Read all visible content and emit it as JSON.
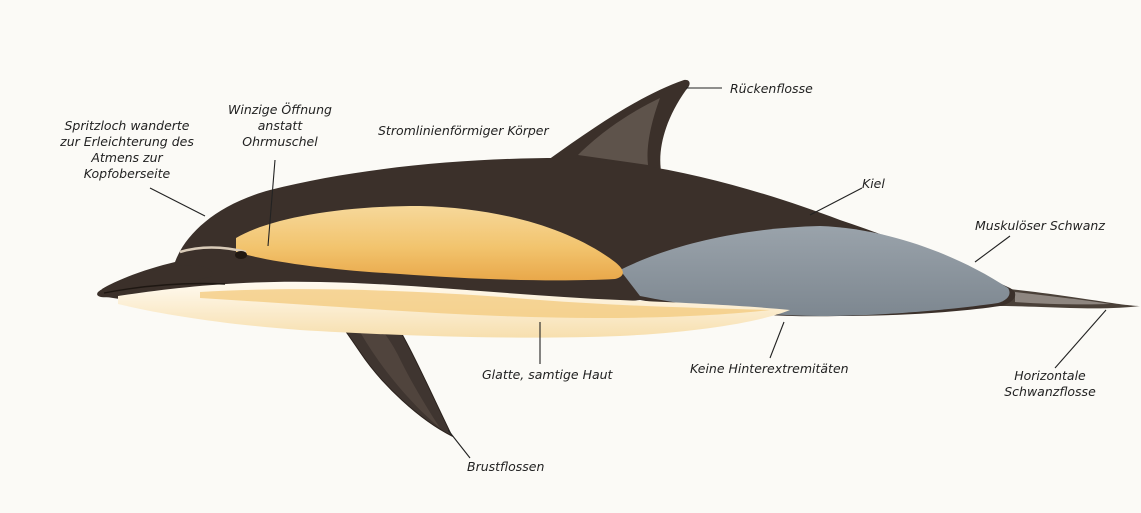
{
  "labels": {
    "blowhole": "Spritzloch wanderte\nzur Erleichterung des\nAtmens zur\nKopfoberseite",
    "ear": "Winzige Öffnung\nanstatt\nOhrmuschel",
    "body": "Stromlinienförmiger Körper",
    "dorsal_fin": "Rückenflosse",
    "keel": "Kiel",
    "tail": "Muskulöser Schwanz",
    "skin": "Glatte, samtige Haut",
    "hind_limbs": "Keine Hinterextremitäten",
    "fluke": "Horizontale\nSchwanzflosse",
    "pectoral_fins": "Brustflossen"
  },
  "colors": {
    "back": "#3b302a",
    "flank_yellow": "#f2c46e",
    "belly": "#fff6e4",
    "tail_grey": "#8e97a0",
    "leader": "#222222"
  }
}
